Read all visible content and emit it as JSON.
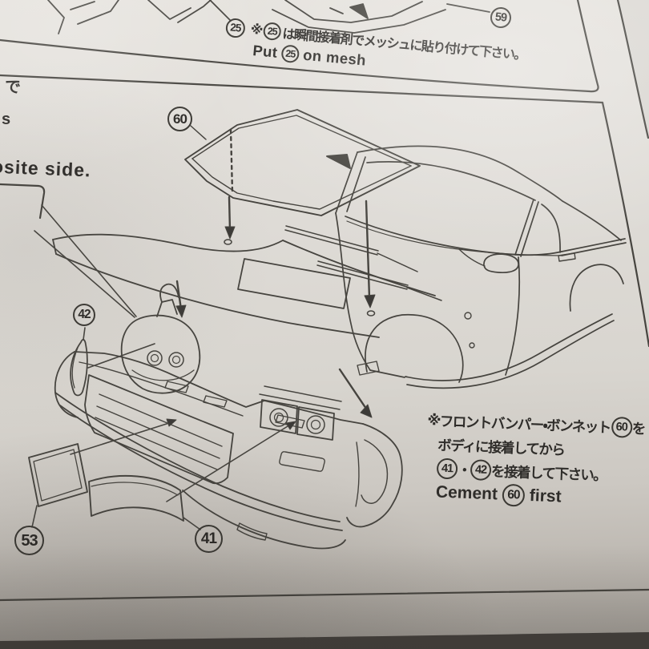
{
  "colors": {
    "paper": "#dedbd6",
    "ink": "#46443f",
    "text": "#2f2d2a"
  },
  "top_section": {
    "callout_standalone": "25",
    "note_marker": "※",
    "note_callout": "25",
    "note_jp": "は瞬間接着剤でメッシュに貼り付けて下さい。",
    "note_en_prefix": "Put",
    "note_en_callout": "25",
    "note_en_suffix": "on mesh",
    "corner_callout": "59"
  },
  "left_edge_fragments": {
    "fragment_jp": "で",
    "fragment_letter": "s",
    "fragment_side_note": "osite side."
  },
  "main_diagram_callouts": {
    "hood": "60",
    "corner_lens": "42",
    "mesh_plate": "53",
    "front_lip": "41"
  },
  "note_block": {
    "line1_marker": "※",
    "line1_jp": "フロントバンパー・ボンネット",
    "line1_callout": "60",
    "line1_suffix": "を",
    "line2_jp": "ボディに接着してから",
    "line3_callout_a": "41",
    "line3_separator": "・",
    "line3_callout_b": "42",
    "line3_jp": "を接着して下さい。",
    "line4_en_prefix": "Cement",
    "line4_callout": "60",
    "line4_en_suffix": "first"
  }
}
